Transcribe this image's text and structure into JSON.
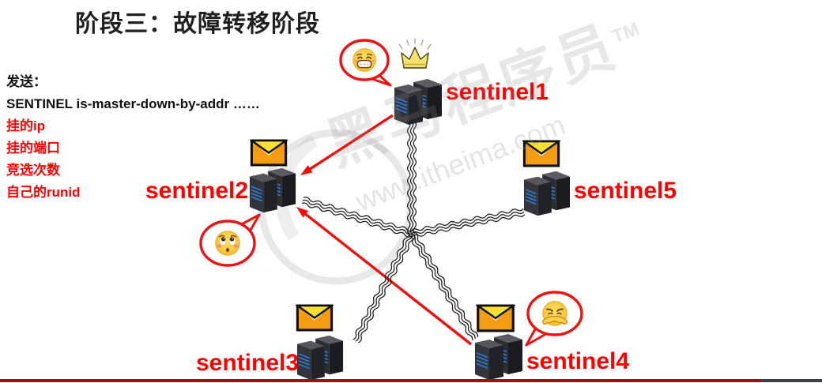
{
  "title": "阶段三：故障转移阶段",
  "info_panel": {
    "send_label": "发送：",
    "command": "SENTINEL is-master-down-by-addr ……",
    "params": [
      "挂的ip",
      "挂的端口",
      "竞选次数",
      "自己的runid"
    ]
  },
  "nodes": [
    {
      "id": "sentinel1",
      "label": "sentinel1",
      "icon": "server-icon",
      "badges": [
        "crown-icon"
      ],
      "bubble_emoji": "beaming-grin-face-emoji"
    },
    {
      "id": "sentinel2",
      "label": "sentinel2",
      "icon": "server-icon",
      "badges": [
        "mail-envelope-icon"
      ],
      "bubble_emoji": "flushed-pleading-face-emoji"
    },
    {
      "id": "sentinel3",
      "label": "sentinel3",
      "icon": "server-icon",
      "badges": [
        "mail-envelope-icon"
      ],
      "bubble_emoji": null
    },
    {
      "id": "sentinel4",
      "label": "sentinel4",
      "icon": "server-icon",
      "badges": [
        "mail-envelope-icon"
      ],
      "bubble_emoji": "pouting-arms-crossed-face-emoji"
    },
    {
      "id": "sentinel5",
      "label": "sentinel5",
      "icon": "server-icon",
      "badges": [
        "mail-envelope-icon"
      ],
      "bubble_emoji": null
    }
  ],
  "connections": [
    {
      "type": "vote-arrow",
      "from": "sentinel1",
      "to": "sentinel2",
      "color": "#f20d0d"
    },
    {
      "type": "vote-arrow",
      "from": "sentinel4",
      "to": "sentinel2",
      "color": "#f20d0d"
    },
    {
      "type": "broadcast-squiggle",
      "from": "hub",
      "to": "sentinel1"
    },
    {
      "type": "broadcast-squiggle",
      "from": "hub",
      "to": "sentinel2"
    },
    {
      "type": "broadcast-squiggle",
      "from": "hub",
      "to": "sentinel3"
    },
    {
      "type": "broadcast-squiggle",
      "from": "hub",
      "to": "sentinel4"
    },
    {
      "type": "broadcast-squiggle",
      "from": "hub",
      "to": "sentinel5"
    }
  ],
  "watermark": {
    "brand": "黑马程序员",
    "tm": "TM",
    "url": "www.itheima.com"
  },
  "colors": {
    "label_red": "#ff0000",
    "arrow_red": "#f20d0d",
    "title_dark": "#1f1f1f",
    "footer_red": "#a50f0f",
    "footer_dark": "#3a4149",
    "envelope_orange": "#f59d12",
    "envelope_yellow": "#f8e132",
    "squiggle_dark": "#1b1b1b"
  }
}
